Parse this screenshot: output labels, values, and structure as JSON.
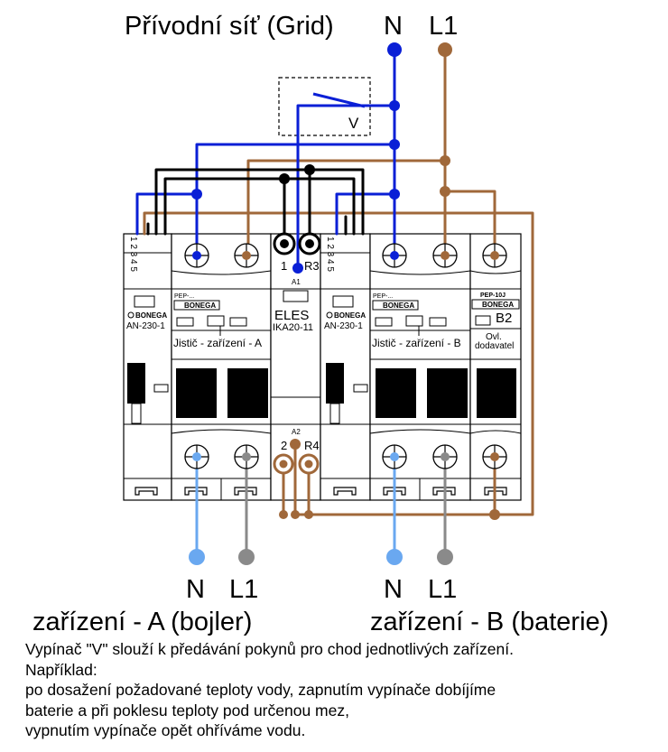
{
  "title": "Přívodní síť (Grid)",
  "grid": {
    "n": "N",
    "l1": "L1"
  },
  "switch_label": "V",
  "module_a": {
    "contactor_brand": "BONEGA",
    "contactor_model": "AN-230-1",
    "contactor_terminals": "1 2 3 4 5",
    "breaker_model": "PEP-...",
    "breaker_brand": "BONEGA",
    "breaker_label": "Jistič - zařízení - A"
  },
  "relay": {
    "brand": "ELES",
    "model": "IKA20-11",
    "a1": "A1",
    "a2": "A2",
    "t1": "1",
    "r3": "R3",
    "t2": "2",
    "r4": "R4"
  },
  "module_b": {
    "contactor_brand": "BONEGA",
    "contactor_model": "AN-230-1",
    "contactor_terminals": "1 2 3 4 5",
    "breaker_model": "PEP-...",
    "breaker_brand": "BONEGA",
    "breaker_label": "Jistič - zařízení - B"
  },
  "breaker_b2": {
    "model": "PEP-10J",
    "brand": "BONEGA",
    "name": "B2",
    "sub_1": "Ovl.",
    "sub_2": "dodavatel"
  },
  "outputs": {
    "a": {
      "n": "N",
      "l1": "L1",
      "label": "zařízení - A (bojler)"
    },
    "b": {
      "n": "N",
      "l1": "L1",
      "label": "zařízení - B (baterie)"
    }
  },
  "description": [
    "Vypínač \"V\" slouží k předávání pokynů pro chod jednotlivých zařízení.",
    "Například:",
    "po dosažení požadované teploty vody, zapnutím vypínače dobíjíme",
    "baterie a při poklesu teploty pod určenou mez,",
    "vypnutím vypínače opět ohříváme vodu."
  ],
  "colors": {
    "neutral": "#0a1fd6",
    "line": "#a0683a",
    "out_neutral": "#6aa8f0",
    "out_line": "#8a8a8a",
    "control": "#000000"
  }
}
